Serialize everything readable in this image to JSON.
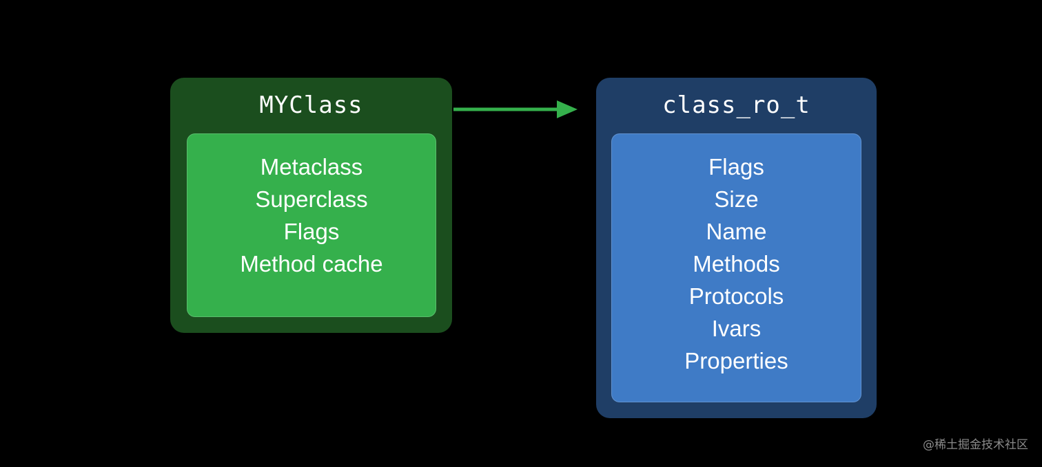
{
  "diagram": {
    "left_box": {
      "title": "MYClass",
      "fields": [
        "Metaclass",
        "Superclass",
        "Flags",
        "Method cache"
      ],
      "colors": {
        "outer": "#1b4e1e",
        "inner": "#35b04c"
      }
    },
    "right_box": {
      "title": "class_ro_t",
      "fields": [
        "Flags",
        "Size",
        "Name",
        "Methods",
        "Protocols",
        "Ivars",
        "Properties"
      ],
      "colors": {
        "outer": "#1f3e66",
        "inner": "#3f7bc6"
      }
    },
    "arrow": {
      "color": "#35b04c",
      "from": "MYClass",
      "to": "class_ro_t"
    },
    "background": "#000000"
  },
  "watermark": "@稀土掘金技术社区"
}
